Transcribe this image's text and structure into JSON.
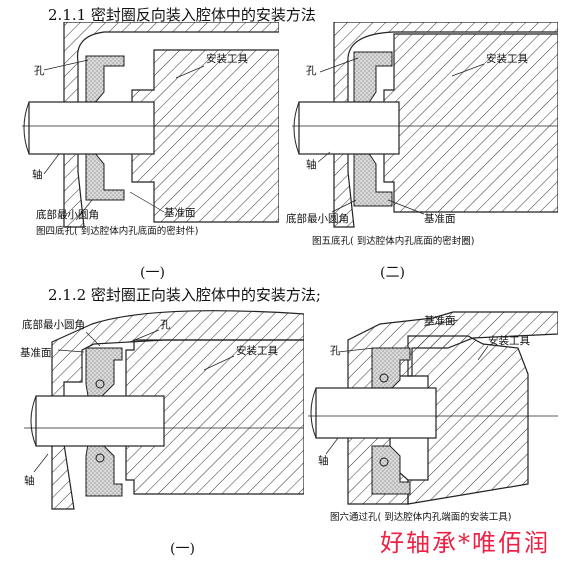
{
  "section1": {
    "heading": "2.1.1  密封圈反向装入腔体中的安装方法",
    "fig1": {
      "hole": "孔",
      "tool": "安装工具",
      "shaft": "轴",
      "datum": "基准面",
      "corner": "底部最小圆角",
      "caption": "图四底孔( 到达腔体内孔底面的密封件)",
      "sublabel": "(一)"
    },
    "fig2": {
      "hole": "孔",
      "tool": "安装工具",
      "shaft": "轴",
      "datum": "基准面",
      "corner": "底部最小圆角",
      "caption": "图五底孔( 到达腔体内孔底面的密封圈)",
      "sublabel": "(二)"
    }
  },
  "section2": {
    "heading": "2.1.2  密封圈正向装入腔体中的安装方法;",
    "fig3": {
      "corner": "底部最小圆角",
      "hole": "孔",
      "datum": "基准面",
      "tool": "安装工具",
      "shaft": "轴",
      "sublabel": "(一)"
    },
    "fig4": {
      "datum": "基准面",
      "hole": "孔",
      "tool": "安装工具",
      "shaft": "轴",
      "caption": "图六通过孔( 到达腔体内孔端面的安装工具)"
    }
  },
  "watermark": "好轴承*唯佰润"
}
